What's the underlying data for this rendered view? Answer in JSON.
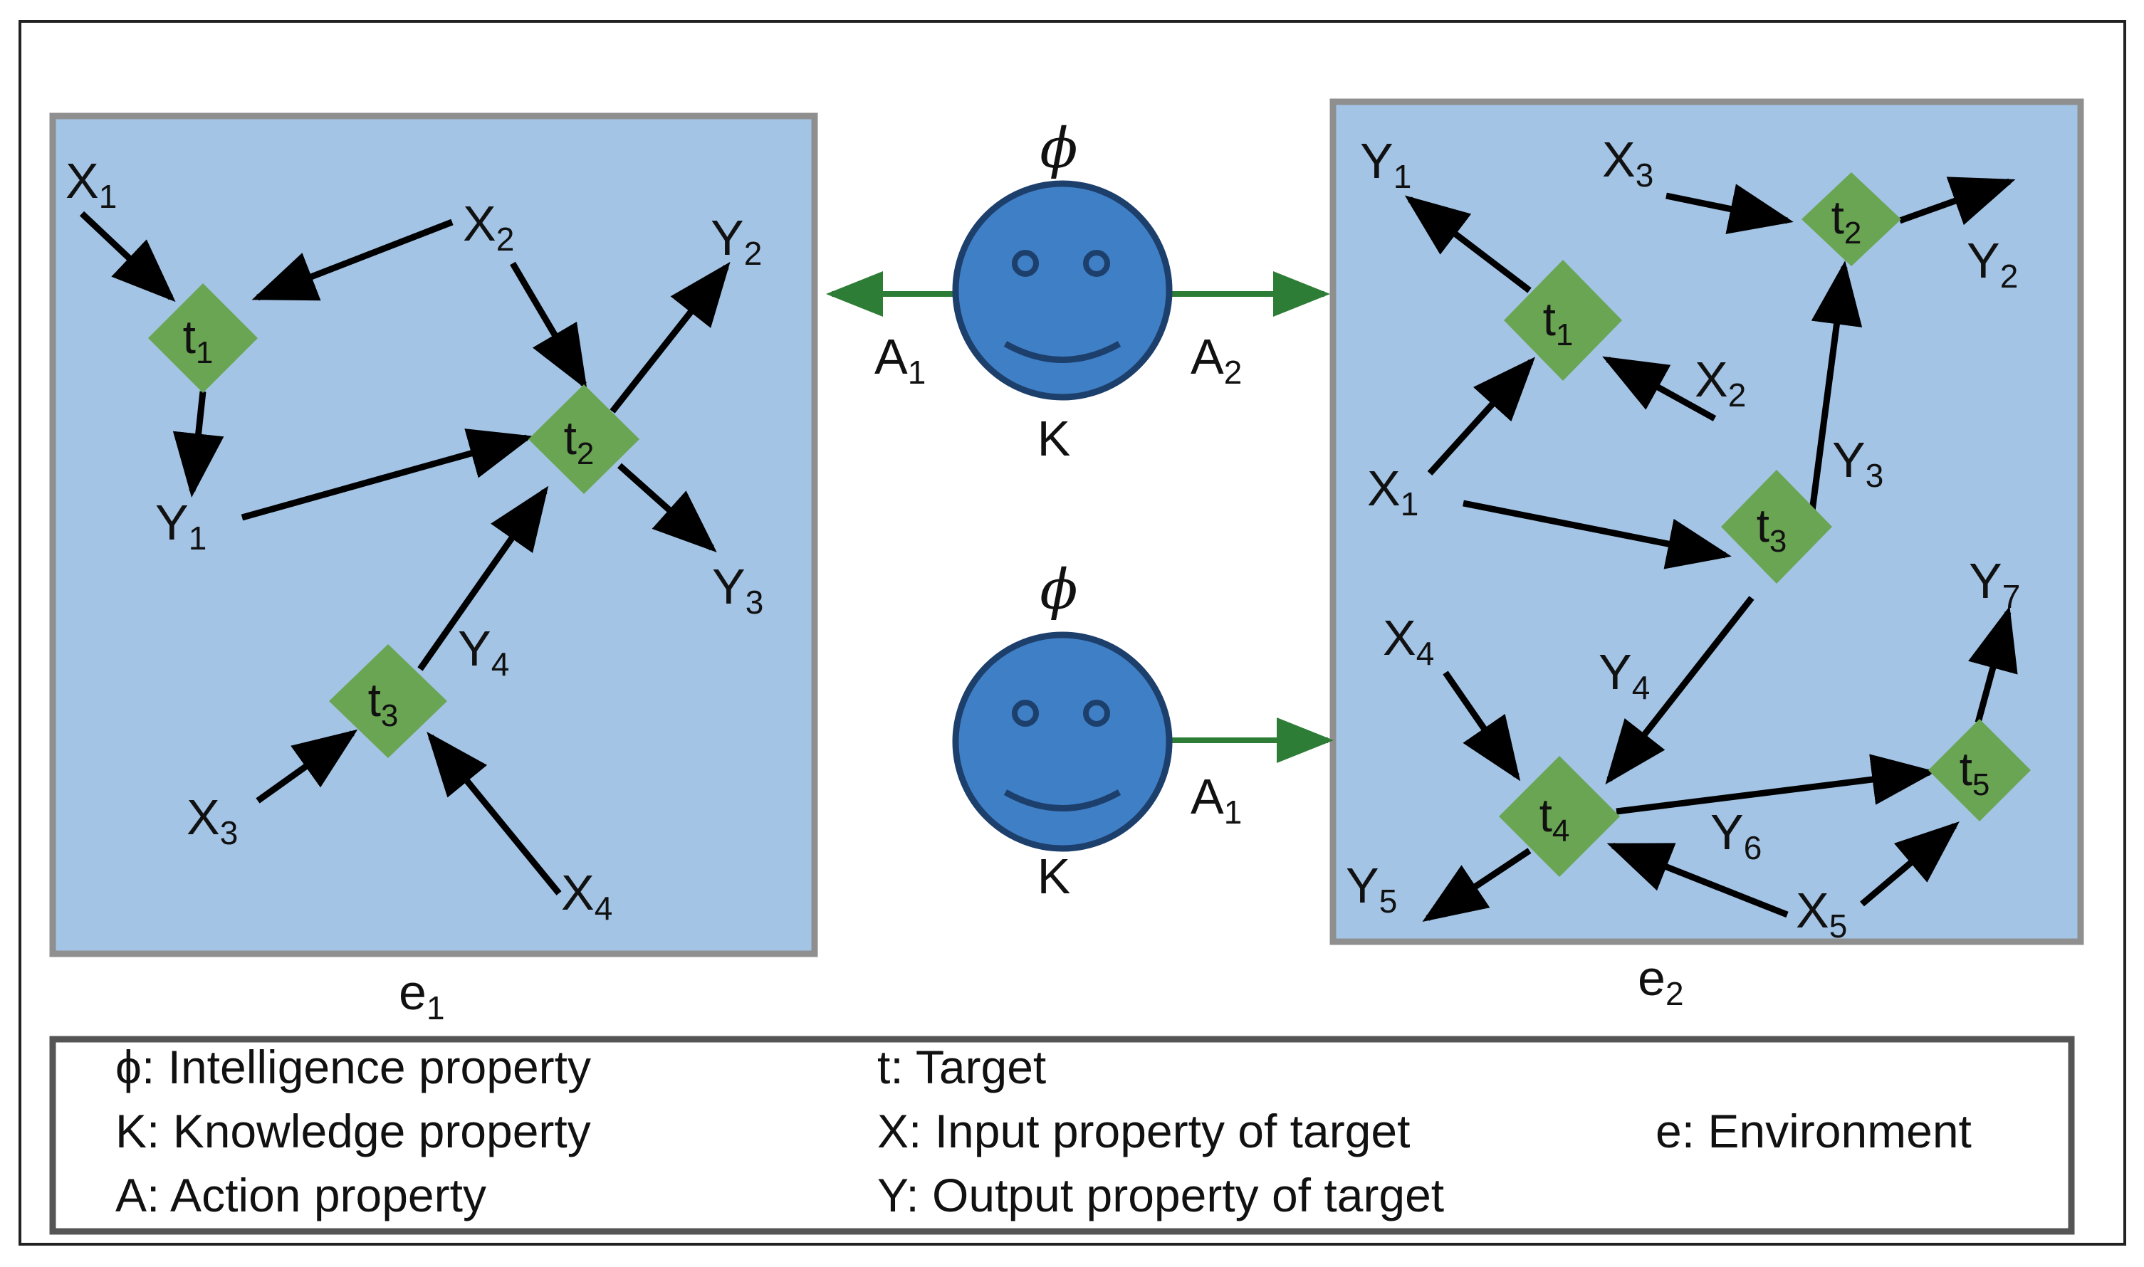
{
  "colors": {
    "env_fill": "#a3c4e5",
    "env_border": "#8f8f8f",
    "target_fill": "#6aa553",
    "smiley_fill": "#3f7fc6",
    "smiley_stroke": "#1d3f6c",
    "agent_arrow": "#2e7d36",
    "edge": "#000000"
  },
  "agents": [
    {
      "phi": "ϕ",
      "knowledge": "K",
      "icon": "smiley-face-icon"
    },
    {
      "phi": "ϕ",
      "knowledge": "K",
      "icon": "smiley-face-icon"
    }
  ],
  "agent_actions": [
    {
      "base": "A",
      "sub": "1"
    },
    {
      "base": "A",
      "sub": "2"
    },
    {
      "base": "A",
      "sub": "1"
    }
  ],
  "environments": [
    {
      "caption": {
        "base": "e",
        "sub": "1"
      },
      "targets": [
        {
          "base": "t",
          "sub": "1"
        },
        {
          "base": "t",
          "sub": "2"
        },
        {
          "base": "t",
          "sub": "3"
        }
      ],
      "labels": [
        {
          "base": "X",
          "sub": "1"
        },
        {
          "base": "X",
          "sub": "2"
        },
        {
          "base": "Y",
          "sub": "2"
        },
        {
          "base": "Y",
          "sub": "1"
        },
        {
          "base": "Y",
          "sub": "3"
        },
        {
          "base": "Y",
          "sub": "4"
        },
        {
          "base": "X",
          "sub": "3"
        },
        {
          "base": "X",
          "sub": "4"
        }
      ]
    },
    {
      "caption": {
        "base": "e",
        "sub": "2"
      },
      "targets": [
        {
          "base": "t",
          "sub": "1"
        },
        {
          "base": "t",
          "sub": "2"
        },
        {
          "base": "t",
          "sub": "3"
        },
        {
          "base": "t",
          "sub": "4"
        },
        {
          "base": "t",
          "sub": "5"
        }
      ],
      "labels": [
        {
          "base": "Y",
          "sub": "1"
        },
        {
          "base": "X",
          "sub": "3"
        },
        {
          "base": "Y",
          "sub": "2"
        },
        {
          "base": "X",
          "sub": "2"
        },
        {
          "base": "X",
          "sub": "1"
        },
        {
          "base": "Y",
          "sub": "3"
        },
        {
          "base": "X",
          "sub": "4"
        },
        {
          "base": "Y",
          "sub": "4"
        },
        {
          "base": "Y",
          "sub": "7"
        },
        {
          "base": "Y",
          "sub": "6"
        },
        {
          "base": "Y",
          "sub": "5"
        },
        {
          "base": "X",
          "sub": "5"
        }
      ]
    }
  ],
  "legend": {
    "col1": [
      "ϕ: Intelligence property",
      "K: Knowledge property",
      "A: Action property"
    ],
    "col2": [
      "t: Target",
      "X: Input property of target",
      "Y: Output property of target"
    ],
    "col3": [
      "e: Environment"
    ]
  }
}
